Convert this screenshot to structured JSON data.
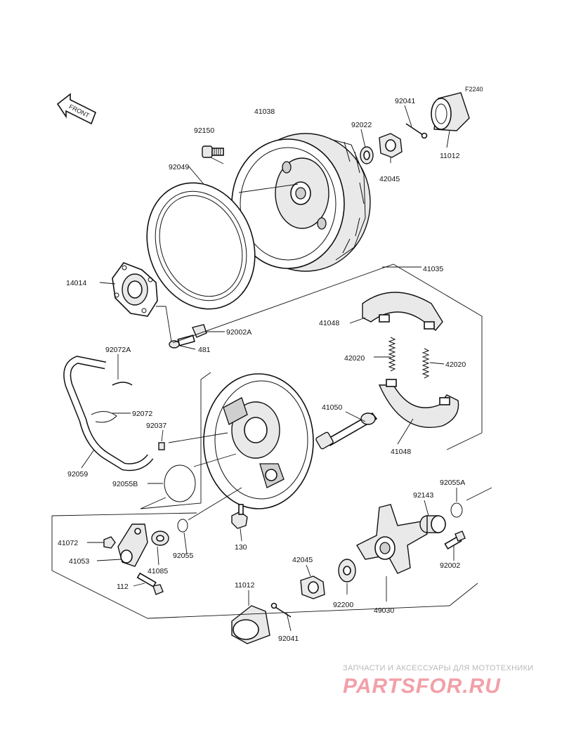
{
  "figure_code": "F2240",
  "front_marker": "FRONT",
  "labels": {
    "p41038": "41038",
    "p92150": "92150",
    "p92049": "92049",
    "p92022": "92022",
    "p92041_top": "92041",
    "p42045_top": "42045",
    "p11012_top": "11012",
    "p14014": "14014",
    "p92002A": "92002A",
    "p481": "481",
    "p41035": "41035",
    "p41048_top": "41048",
    "p42020_left": "42020",
    "p42020_right": "42020",
    "p41050": "41050",
    "p41048_bottom": "41048",
    "p92072A": "92072A",
    "p92072": "92072",
    "p92037": "92037",
    "p92059": "92059",
    "p92055B": "92055B",
    "p92055A": "92055A",
    "p92143": "92143",
    "p41072": "41072",
    "p41053": "41053",
    "p41085": "41085",
    "p92055": "92055",
    "p130": "130",
    "p92002": "92002",
    "p112": "112",
    "p42045_bottom": "42045",
    "p11012_bottom": "11012",
    "p92200": "92200",
    "p49030": "49030",
    "p92041_bottom": "92041"
  },
  "watermark": {
    "caption": "ЗАПЧАСТИ И АКСЕССУАРЫ ДЛЯ МОТОТЕХНИКИ",
    "logo": "PARTSFOR.RU"
  }
}
